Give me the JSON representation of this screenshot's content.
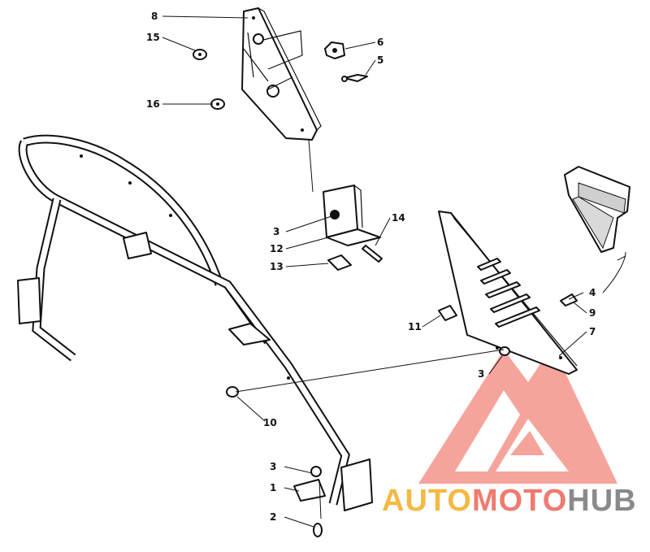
{
  "callouts": {
    "c1": "1",
    "c2": "2",
    "c3a": "3",
    "c3b": "3",
    "c3c": "3",
    "c4": "4",
    "c5": "5",
    "c6": "6",
    "c7": "7",
    "c8": "8",
    "c9": "9",
    "c10": "10",
    "c11": "11",
    "c12": "12",
    "c13": "13",
    "c14": "14",
    "c15": "15",
    "c16": "16"
  },
  "watermark": {
    "part1": "AUTO",
    "part2": "MOTO",
    "part3": "HUB",
    "color_orange": "#f5b942",
    "color_red": "#f07a6e",
    "color_gray": "#8a8a8a"
  }
}
